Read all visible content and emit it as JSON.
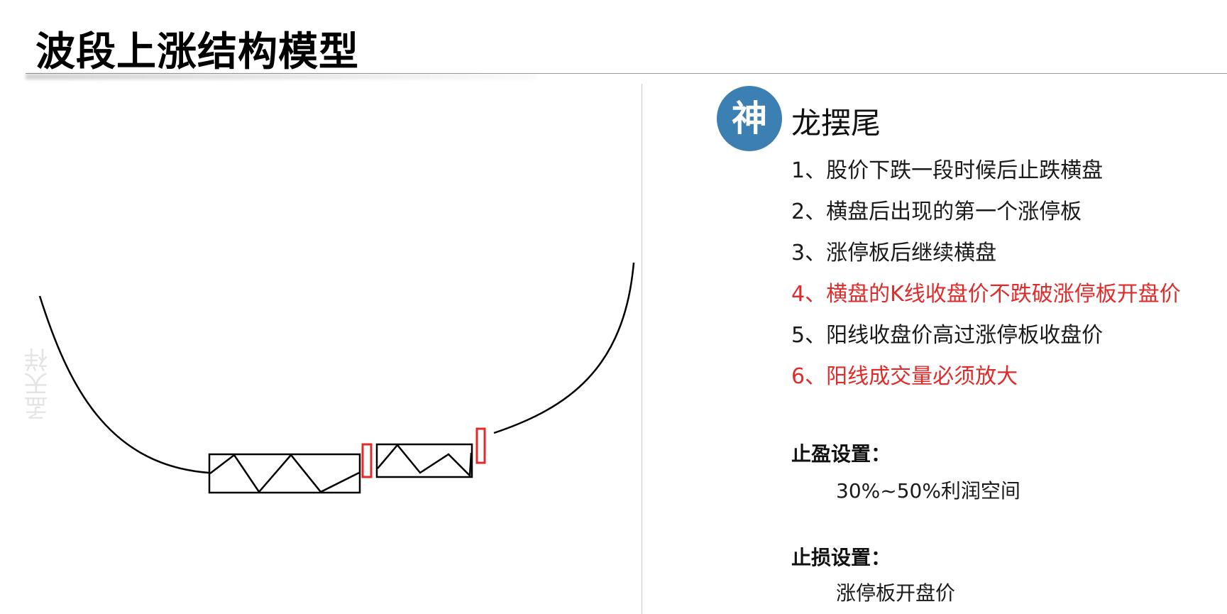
{
  "slide": {
    "title": "波段上涨结构模型",
    "watermark": "孟天祥"
  },
  "strategy": {
    "badge_char": "神",
    "badge_color": "#3c7fb2",
    "name": "龙摆尾",
    "rules": [
      {
        "text": "1、股价下跌一段时候后止跌横盘",
        "highlight": false
      },
      {
        "text": "2、横盘后出现的第一个涨停板",
        "highlight": false
      },
      {
        "text": "3、涨停板后继续横盘",
        "highlight": false
      },
      {
        "text": "4、横盘的K线收盘价不跌破涨停板开盘价",
        "highlight": true
      },
      {
        "text": "5、阳线收盘价高过涨停板收盘价",
        "highlight": false
      },
      {
        "text": "6、阳线成交量必须放大",
        "highlight": true
      }
    ],
    "highlight_color": "#e02b2b"
  },
  "take_profit": {
    "label": "止盈设置：",
    "value": "30%~50%利润空间"
  },
  "stop_loss": {
    "label": "止损设置：",
    "value": "涨停板开盘价"
  },
  "diagram": {
    "description_elements": [
      "downtrend-curve",
      "consolidation-box-1",
      "limit-up-candle-1",
      "consolidation-box-2",
      "limit-up-candle-2",
      "uptrend-curve"
    ],
    "candle_color": "#e02b2b"
  }
}
